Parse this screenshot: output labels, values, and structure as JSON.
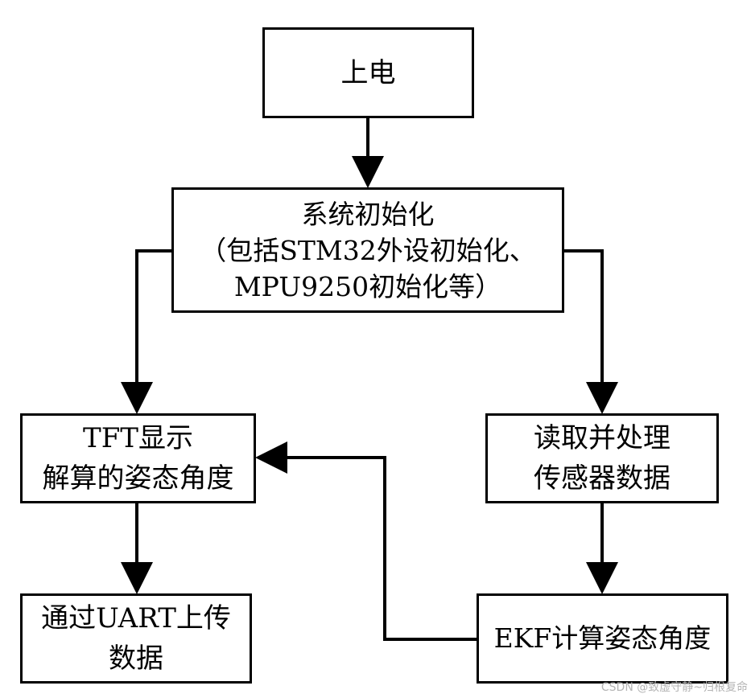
{
  "nodes": {
    "power_on": {
      "lines": [
        "上电"
      ]
    },
    "system_init": {
      "lines": [
        "系统初始化",
        "（包括STM32外设初始化、",
        "MPU9250初始化等）"
      ]
    },
    "tft_display": {
      "lines": [
        "TFT显示",
        "解算的姿态角度"
      ]
    },
    "read_sensor": {
      "lines": [
        "读取并处理",
        "传感器数据"
      ]
    },
    "uart_upload": {
      "lines": [
        "通过UART上传",
        "数据"
      ]
    },
    "ekf_compute": {
      "lines": [
        "EKF计算姿态角度"
      ]
    }
  },
  "edges": [
    {
      "from": "power_on",
      "to": "system_init"
    },
    {
      "from": "system_init",
      "to": "tft_display"
    },
    {
      "from": "system_init",
      "to": "read_sensor"
    },
    {
      "from": "tft_display",
      "to": "uart_upload"
    },
    {
      "from": "read_sensor",
      "to": "ekf_compute"
    },
    {
      "from": "ekf_compute",
      "to": "tft_display"
    }
  ],
  "watermark": "CSDN @致虚守静~归根复命",
  "colors": {
    "stroke": "#000000",
    "background": "#ffffff",
    "watermark": "#b4b4b4"
  }
}
